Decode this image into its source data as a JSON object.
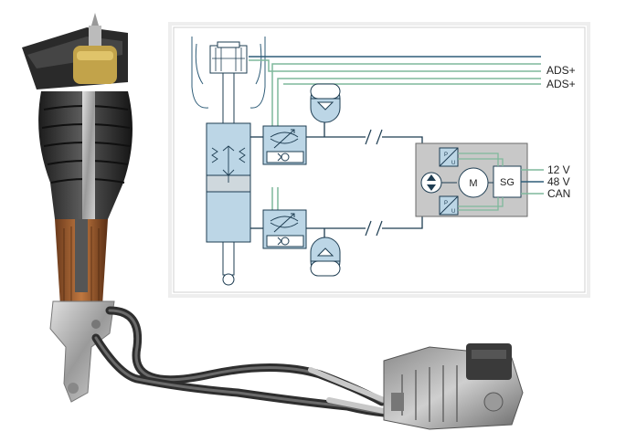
{
  "schematic": {
    "signal_labels": [
      "ADS+",
      "ADS+"
    ],
    "power_labels": [
      "12 V",
      "48 V",
      "CAN"
    ],
    "motor_label": "M",
    "controller_label": "SG",
    "valve_symbol_letters": [
      "P",
      "U"
    ]
  },
  "colors": {
    "fluid_blue": "#bcd6e6",
    "hydraulic_line": "#1e3d52",
    "signal_green": "#7fb89c",
    "signal_dark": "#2f5d78",
    "pump_housing": "#c8c8c8"
  }
}
